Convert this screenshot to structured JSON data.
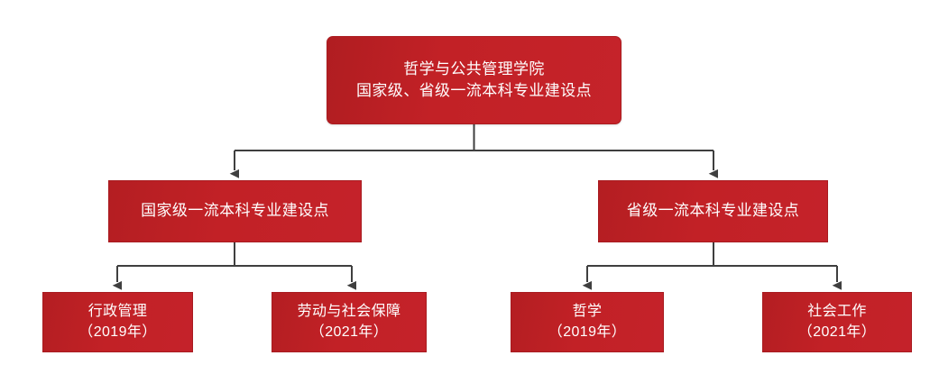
{
  "diagram": {
    "type": "organizational-tree",
    "title": "哲学与公共管理学院 国家级、省级一流本科专业建设点",
    "colors": {
      "node_fill": "#BE2025",
      "node_fill_light": "#C4222A",
      "node_border": "#A81B20",
      "node_text": "#FFFFFF",
      "connector": "#3F3F3F",
      "background": "#FFFFFF"
    },
    "root": {
      "label": "哲学与公共管理学院\n国家级、省级一流本科专业建设点",
      "line1": "哲学与公共管理学院",
      "line2": "国家级、省级一流本科专业建设点"
    },
    "branches": [
      {
        "id": "national",
        "label": "国家级一流本科专业建设点",
        "children": [
          {
            "id": "public-administration",
            "name": "行政管理",
            "year": "（2019年）",
            "label": "行政管理\n（2019年）"
          },
          {
            "id": "labor-social-security",
            "name": "劳动与社会保障",
            "year": "（2021年）",
            "label": "劳动与社会保障\n（2021年）"
          }
        ]
      },
      {
        "id": "provincial",
        "label": "省级一流本科专业建设点",
        "children": [
          {
            "id": "philosophy",
            "name": "哲学",
            "year": "（2019年）",
            "label": "哲学\n（2019年）"
          },
          {
            "id": "social-work",
            "name": "社会工作",
            "year": "（2021年）",
            "label": "社会工作\n（2021年）"
          }
        ]
      }
    ]
  }
}
